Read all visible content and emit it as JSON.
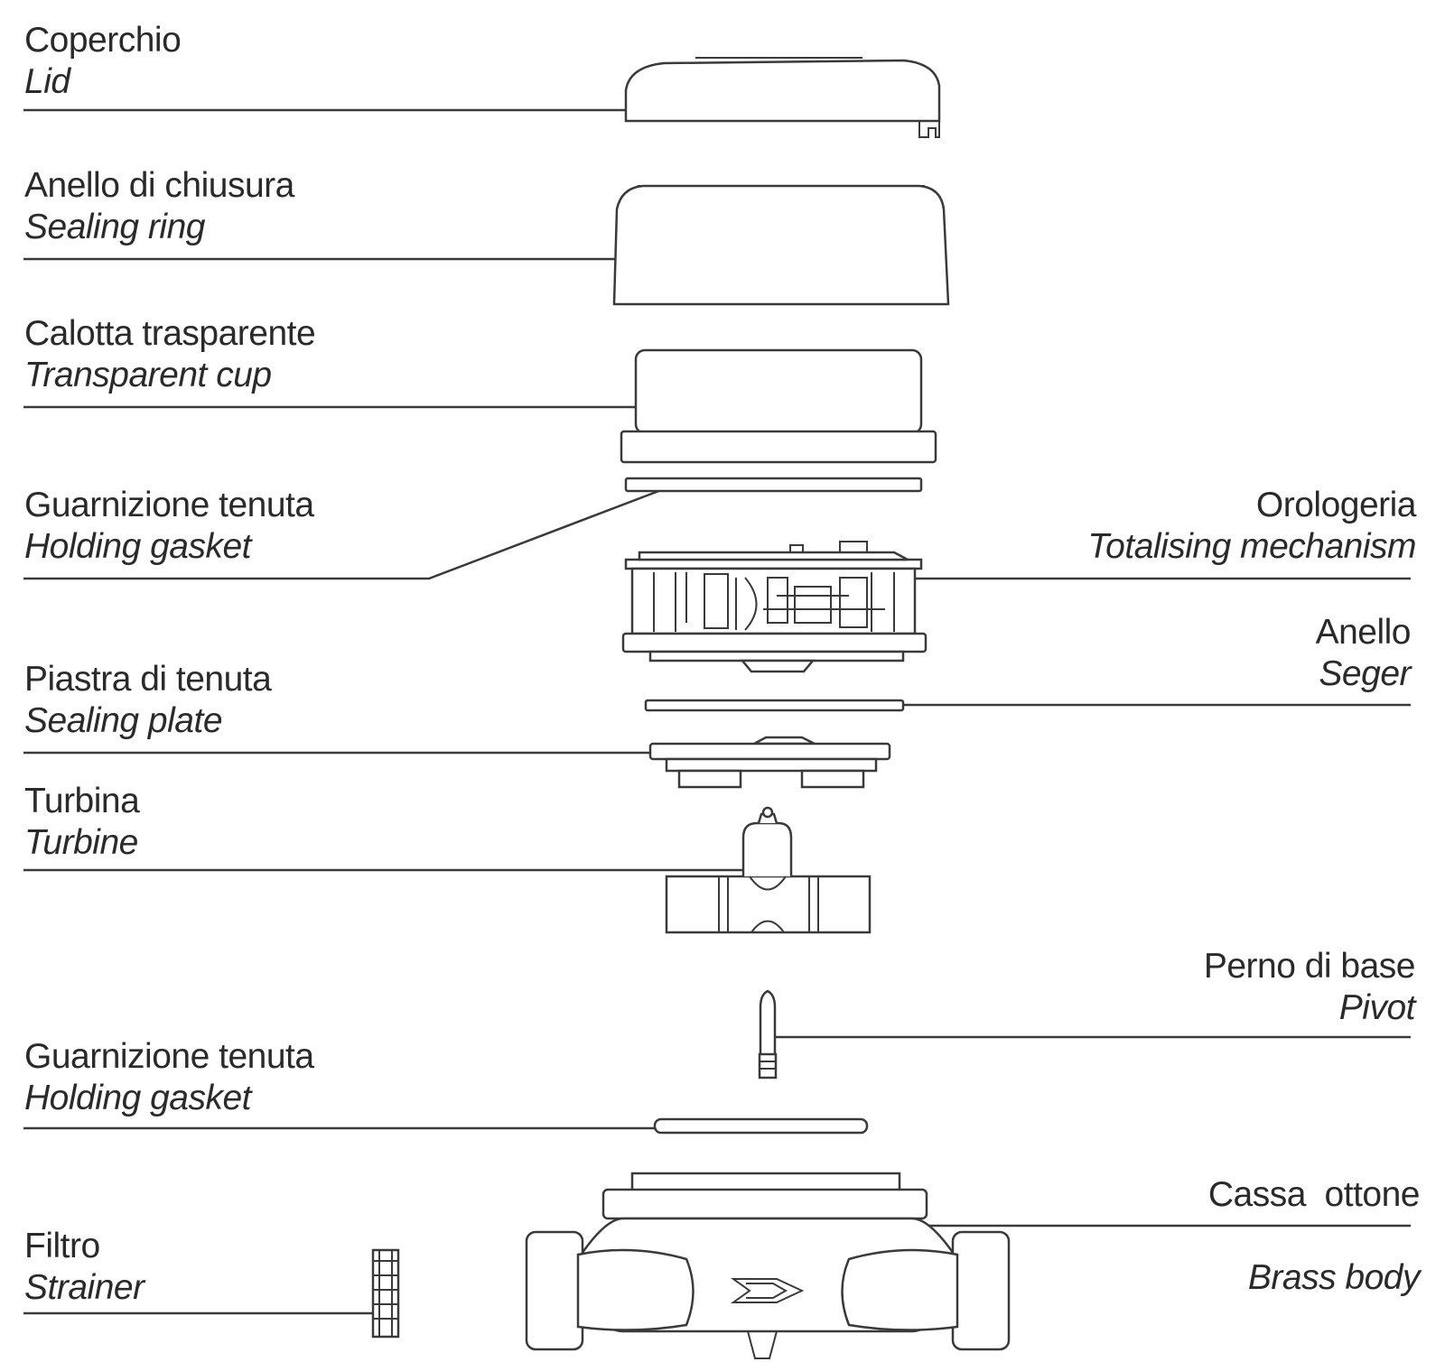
{
  "labels": {
    "lid": {
      "it": "Coperchio",
      "en": "Lid"
    },
    "sealing_ring": {
      "it": "Anello di chiusura",
      "en": "Sealing ring"
    },
    "transparent_cup": {
      "it": "Calotta trasparente",
      "en": "Transparent cup"
    },
    "holding_gasket_top": {
      "it": "Guarnizione tenuta",
      "en": "Holding gasket"
    },
    "totalising_mechanism": {
      "it": "Orologeria",
      "en": "Totalising mechanism"
    },
    "seger": {
      "it": "Anello",
      "en": "Seger"
    },
    "sealing_plate": {
      "it": "Piastra di tenuta",
      "en": "Sealing plate"
    },
    "turbine": {
      "it": "Turbina",
      "en": "Turbine"
    },
    "pivot": {
      "it": "Perno di base",
      "en": "Pivot"
    },
    "holding_gasket_bottom": {
      "it": "Guarnizione tenuta",
      "en": "Holding gasket"
    },
    "brass_body": {
      "it": "Cassa  ottone",
      "en": "Brass body"
    },
    "strainer": {
      "it": "Filtro",
      "en": "Strainer"
    }
  }
}
